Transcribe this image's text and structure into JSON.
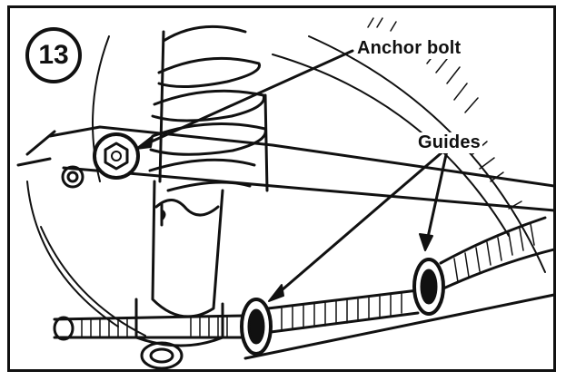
{
  "step_number": "13",
  "labels": {
    "anchor_bolt": "Anchor bolt",
    "guides": "Guides"
  },
  "colors": {
    "ink": "#111111",
    "paper": "#ffffff"
  }
}
